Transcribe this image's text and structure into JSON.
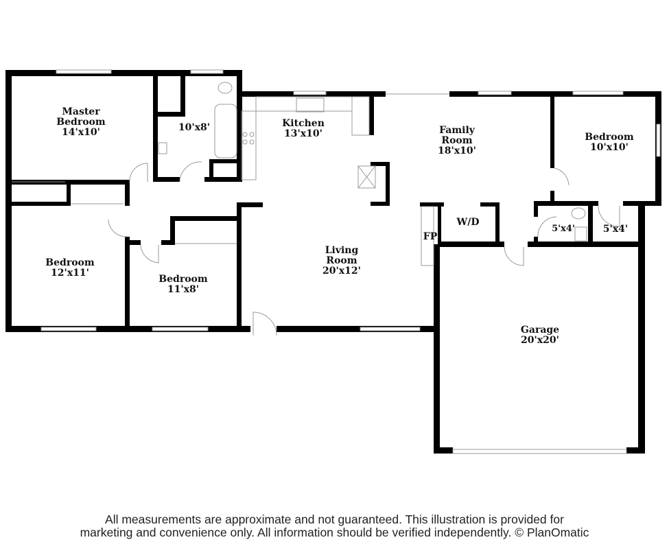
{
  "rooms": {
    "master": {
      "name1": "Master",
      "name2": "Bedroom",
      "size": "14'x10'"
    },
    "bath1": {
      "size": "10'x8'"
    },
    "kitchen": {
      "name": "Kitchen",
      "size": "13'x10'"
    },
    "family": {
      "name1": "Family",
      "name2": "Room",
      "size": "18'x10'"
    },
    "bedroom_ne": {
      "name": "Bedroom",
      "size": "10'x10'"
    },
    "bedroom_w": {
      "name": "Bedroom",
      "size": "12'x11'"
    },
    "bedroom_s": {
      "name": "Bedroom",
      "size": "11'x8'"
    },
    "living": {
      "name1": "Living",
      "name2": "Room",
      "size": "20'x12'"
    },
    "fireplace": {
      "name": "FP"
    },
    "laundry": {
      "name": "W/D"
    },
    "bath2": {
      "size": "5'x4'"
    },
    "closet": {
      "size": "5'x4'"
    },
    "garage": {
      "name": "Garage",
      "size": "20'x20'"
    }
  },
  "footer": {
    "line1": "All measurements are approximate and not guaranteed. This illustration is provided for",
    "line2": "marketing and convenience only. All information should be verified independently. © PlanOmatic"
  }
}
